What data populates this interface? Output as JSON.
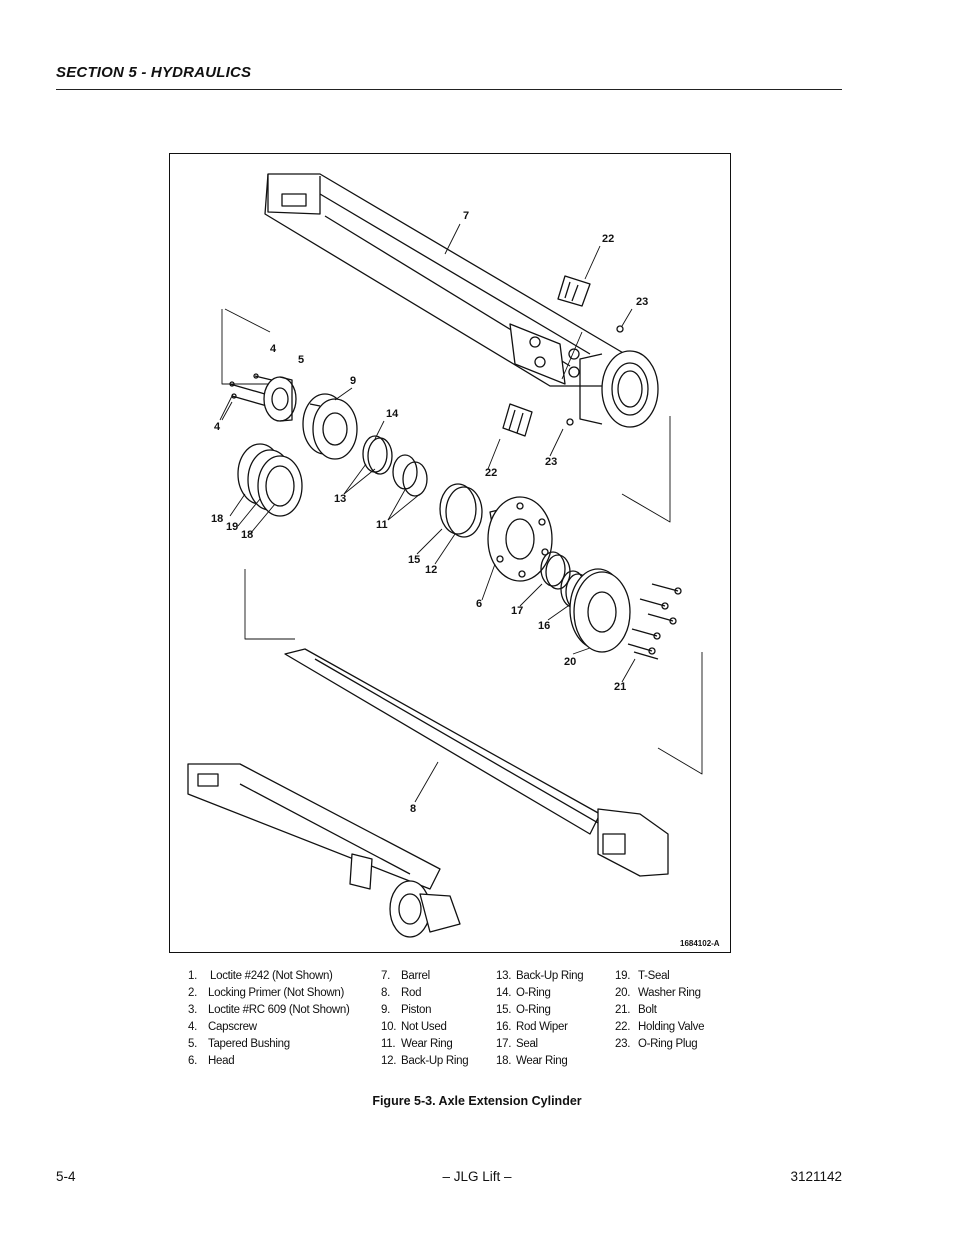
{
  "header": {
    "section_title": "SECTION 5 - HYDRAULICS"
  },
  "figure": {
    "drawing_id": "1684102-A",
    "callouts": [
      "7",
      "22",
      "23",
      "4",
      "5",
      "9",
      "14",
      "4",
      "13",
      "11",
      "22",
      "23",
      "18",
      "19",
      "18",
      "15",
      "12",
      "6",
      "17",
      "16",
      "20",
      "21",
      "8"
    ],
    "legend_columns": [
      [
        {
          "num": "1.",
          "label": "Loctite #242 (Not Shown)"
        },
        {
          "num": "2.",
          "label": "Locking Primer (Not Shown)"
        },
        {
          "num": "3.",
          "label": "Loctite #RC 609 (Not Shown)"
        },
        {
          "num": "4.",
          "label": "Capscrew"
        },
        {
          "num": "5.",
          "label": "Tapered Bushing"
        },
        {
          "num": "6.",
          "label": "Head"
        }
      ],
      [
        {
          "num": "7.",
          "label": "Barrel"
        },
        {
          "num": "8.",
          "label": "Rod"
        },
        {
          "num": "9.",
          "label": "Piston"
        },
        {
          "num": "10.",
          "label": "Not Used"
        },
        {
          "num": "11.",
          "label": "Wear Ring"
        },
        {
          "num": "12.",
          "label": "Back-Up Ring"
        }
      ],
      [
        {
          "num": "13.",
          "label": "Back-Up Ring"
        },
        {
          "num": "14.",
          "label": "O-Ring"
        },
        {
          "num": "15.",
          "label": "O-Ring"
        },
        {
          "num": "16.",
          "label": "Rod Wiper"
        },
        {
          "num": "17.",
          "label": "Seal"
        },
        {
          "num": "18.",
          "label": "Wear Ring"
        }
      ],
      [
        {
          "num": "19.",
          "label": "T-Seal"
        },
        {
          "num": "20.",
          "label": "Washer Ring"
        },
        {
          "num": "21.",
          "label": "Bolt"
        },
        {
          "num": "22.",
          "label": "Holding Valve"
        },
        {
          "num": "23.",
          "label": "O-Ring Plug"
        }
      ]
    ],
    "caption": "Figure 5-3.  Axle Extension Cylinder"
  },
  "footer": {
    "page_number": "5-4",
    "center_text": "– JLG Lift –",
    "doc_number": "3121142"
  }
}
